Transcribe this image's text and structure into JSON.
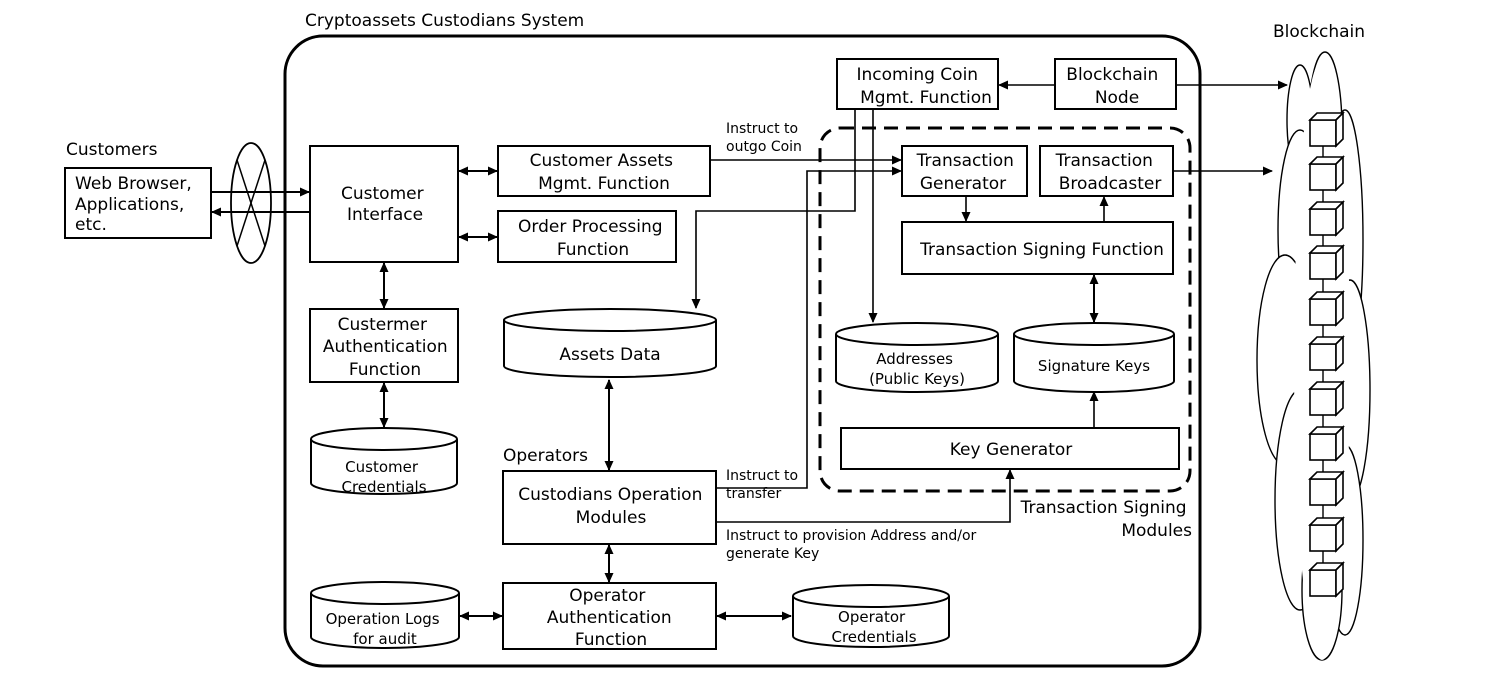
{
  "system_title": "Cryptoassets Custodians System",
  "customers": {
    "title": "Customers",
    "lines": [
      "Web Browser,",
      "Applications,",
      "etc."
    ]
  },
  "blockchain_title": "Blockchain",
  "operators_label": "Operators",
  "tsm_label": [
    "Transaction Signing",
    "Modules"
  ],
  "boxes": {
    "customer_interface": [
      "Customer",
      "Interface"
    ],
    "customer_assets": [
      "Customer Assets",
      "Mgmt. Function"
    ],
    "order_processing": [
      "Order Processing",
      "Function"
    ],
    "custermer_auth": [
      "Custermer",
      "Authentication",
      "Function"
    ],
    "incoming_coin": [
      "Incoming Coin",
      "Mgmt. Function"
    ],
    "blockchain_node": [
      "Blockchain",
      "Node"
    ],
    "tx_generator": [
      "Transaction",
      "Generator"
    ],
    "tx_broadcaster": [
      "Transaction",
      "Broadcaster"
    ],
    "tx_signing": [
      "Transaction Signing Function"
    ],
    "key_generator": [
      "Key Generator"
    ],
    "custodians_op": [
      "Custodians Operation",
      "Modules"
    ],
    "operator_auth": [
      "Operator",
      "Authentication",
      "Function"
    ]
  },
  "databases": {
    "assets_data": [
      "Assets Data"
    ],
    "addresses": [
      "Addresses",
      "(Public Keys)"
    ],
    "signature_keys": [
      "Signature Keys"
    ],
    "customer_credentials": [
      "Customer",
      "Credentials"
    ],
    "operation_logs": [
      "Operation Logs",
      "for audit"
    ],
    "operator_credentials": [
      "Operator",
      "Credentials"
    ]
  },
  "annotations": {
    "instruct_outgo": [
      "Instruct to",
      "outgo Coin"
    ],
    "instruct_transfer": [
      "Instruct to",
      "transfer"
    ],
    "instruct_provision": [
      "Instruct to provision Address and/or",
      "generate Key"
    ]
  },
  "icons": {
    "network": "network-crossing-icon",
    "cloud": "blockchain-cloud-icon",
    "block": "block-cube-icon"
  }
}
